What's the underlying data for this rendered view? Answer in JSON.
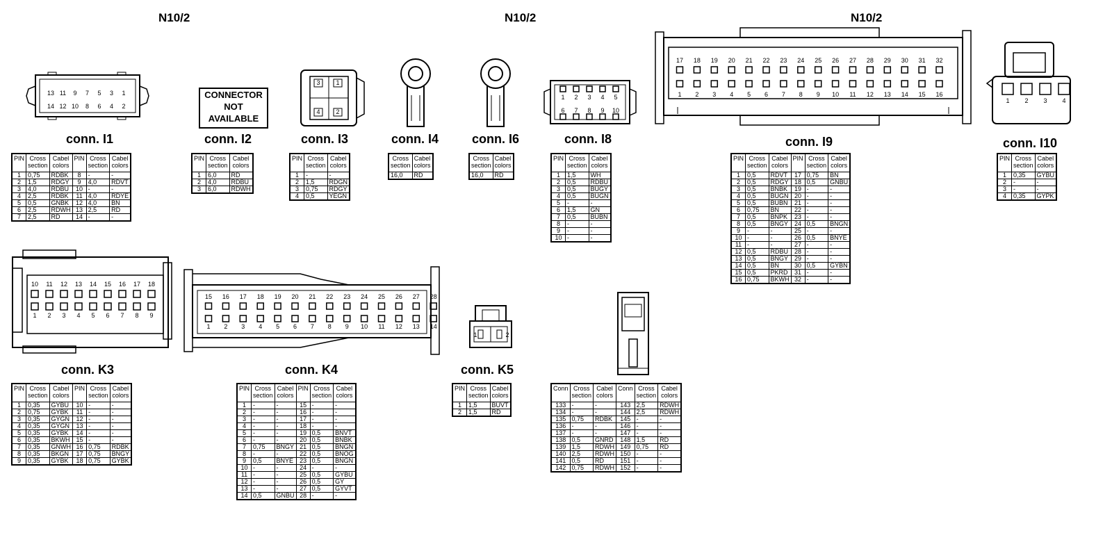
{
  "headers": [
    "N10/2",
    "N10/2",
    "N10/2"
  ],
  "i2_notice": [
    "CONNECTOR",
    "NOT",
    "AVAILABLE"
  ],
  "col_labels": {
    "pin": "PIN",
    "conn": "Conn",
    "cross": [
      "Cross",
      "section"
    ],
    "cabel": [
      "Cabel",
      "colors"
    ]
  },
  "connectors": {
    "I1": {
      "title": "conn. I1",
      "face_top": [
        "13",
        "11",
        "9",
        "7",
        "5",
        "3",
        "1"
      ],
      "face_bottom": [
        "14",
        "12",
        "10",
        "8",
        "6",
        "4",
        "2"
      ],
      "rows": [
        [
          "1",
          "0,75",
          "RDBK",
          "8",
          "-",
          "-"
        ],
        [
          "2",
          "1,5",
          "RDGY",
          "9",
          "4,0",
          "RDVT"
        ],
        [
          "3",
          "4,0",
          "RDBU",
          "10",
          "-",
          "-"
        ],
        [
          "4",
          "2,5",
          "RDBK",
          "11",
          "4,0",
          "RDYE"
        ],
        [
          "5",
          "0,5",
          "GNBK",
          "12",
          "4,0",
          "BN"
        ],
        [
          "6",
          "2,5",
          "RDWH",
          "13",
          "2,5",
          "RD"
        ],
        [
          "7",
          "2,5",
          "RD",
          "14",
          "-",
          "-"
        ]
      ]
    },
    "I2": {
      "title": "conn. I2",
      "rows": [
        [
          "1",
          "6,0",
          "RD"
        ],
        [
          "2",
          "4,0",
          "RDBU"
        ],
        [
          "3",
          "6,0",
          "RDWH"
        ]
      ]
    },
    "I3": {
      "title": "conn. I3",
      "face": [
        "3",
        "1",
        "4",
        "2"
      ],
      "rows": [
        [
          "1",
          "-",
          "-"
        ],
        [
          "2",
          "1,5",
          "RDGN"
        ],
        [
          "3",
          "0,75",
          "RDGY"
        ],
        [
          "4",
          "0,5",
          "YEGN"
        ]
      ]
    },
    "I4": {
      "title": "conn. I4",
      "rows": [
        [
          "16,0",
          "RD"
        ]
      ]
    },
    "I6": {
      "title": "conn. I6",
      "rows": [
        [
          "16,0",
          "RD"
        ]
      ]
    },
    "I8": {
      "title": "conn. I8",
      "face_top": [
        "1",
        "2",
        "3",
        "4",
        "5"
      ],
      "face_bottom": [
        "6",
        "7",
        "8",
        "9",
        "10"
      ],
      "rows": [
        [
          "1",
          "1,5",
          "WH"
        ],
        [
          "2",
          "0,5",
          "RDBU"
        ],
        [
          "3",
          "0,5",
          "BUGY"
        ],
        [
          "4",
          "0,5",
          "BUGN"
        ],
        [
          "5",
          "-",
          "-"
        ],
        [
          "6",
          "1,5",
          "GN"
        ],
        [
          "7",
          "0,5",
          "BUBN"
        ],
        [
          "8",
          "-",
          "-"
        ],
        [
          "9",
          "-",
          "-"
        ],
        [
          "10",
          "-",
          "-"
        ]
      ]
    },
    "I9": {
      "title": "conn. I9",
      "face_top": [
        "17",
        "18",
        "19",
        "20",
        "21",
        "22",
        "23",
        "24",
        "25",
        "26",
        "27",
        "28",
        "29",
        "30",
        "31",
        "32"
      ],
      "face_bottom": [
        "1",
        "2",
        "3",
        "4",
        "5",
        "6",
        "7",
        "8",
        "9",
        "10",
        "11",
        "12",
        "13",
        "14",
        "15",
        "16"
      ],
      "rows": [
        [
          "1",
          "0,5",
          "RDVT",
          "17",
          "0,75",
          "BN"
        ],
        [
          "2",
          "0,5",
          "RDGY",
          "18",
          "0,5",
          "GNBU"
        ],
        [
          "3",
          "0,5",
          "BNBK",
          "19",
          "-",
          "-"
        ],
        [
          "4",
          "0,5",
          "BUGN",
          "20",
          "-",
          "-"
        ],
        [
          "5",
          "0,5",
          "BUBN",
          "21",
          "-",
          "-"
        ],
        [
          "6",
          "0,75",
          "BN",
          "22",
          "-",
          "-"
        ],
        [
          "7",
          "0,5",
          "BNPK",
          "23",
          "-",
          "-"
        ],
        [
          "8",
          "0,5",
          "BNGY",
          "24",
          "0,5",
          "BNGN"
        ],
        [
          "9",
          "-",
          "-",
          "25",
          "-",
          "-"
        ],
        [
          "10",
          "-",
          "-",
          "26",
          "0,5",
          "BNYE"
        ],
        [
          "11",
          "-",
          "-",
          "27",
          "-",
          "-"
        ],
        [
          "12",
          "0,5",
          "RDBU",
          "28",
          "-",
          "-"
        ],
        [
          "13",
          "0,5",
          "BNGY",
          "29",
          "-",
          "-"
        ],
        [
          "14",
          "0,5",
          "BN",
          "30",
          "0,5",
          "GYBN"
        ],
        [
          "15",
          "0,5",
          "PKRD",
          "31",
          "-",
          "-"
        ],
        [
          "16",
          "0,75",
          "BKWH",
          "32",
          "-",
          "-"
        ]
      ]
    },
    "I10": {
      "title": "conn. I10",
      "face": [
        "1",
        "2",
        "3",
        "4"
      ],
      "rows": [
        [
          "1",
          "0,35",
          "GYBU"
        ],
        [
          "2",
          "-",
          "-"
        ],
        [
          "3",
          "-",
          "-"
        ],
        [
          "4",
          "0,35",
          "GYPK"
        ]
      ]
    },
    "K3": {
      "title": "conn. K3",
      "face_top": [
        "10",
        "11",
        "12",
        "13",
        "14",
        "15",
        "16",
        "17",
        "18"
      ],
      "face_bottom": [
        "1",
        "2",
        "3",
        "4",
        "5",
        "6",
        "7",
        "8",
        "9"
      ],
      "rows": [
        [
          "1",
          "0,35",
          "GYBU",
          "10",
          "-",
          "-"
        ],
        [
          "2",
          "0,75",
          "GYBK",
          "11",
          "-",
          "-"
        ],
        [
          "3",
          "0,35",
          "GYGN",
          "12",
          "-",
          "-"
        ],
        [
          "4",
          "0,35",
          "GYGN",
          "13",
          "-",
          "-"
        ],
        [
          "5",
          "0,35",
          "GYBK",
          "14",
          "-",
          "-"
        ],
        [
          "6",
          "0,35",
          "BKWH",
          "15",
          "-",
          "-"
        ],
        [
          "7",
          "0,35",
          "GNWH",
          "16",
          "0,75",
          "RDBK"
        ],
        [
          "8",
          "0,35",
          "BKGN",
          "17",
          "0,75",
          "BNGY"
        ],
        [
          "9",
          "0,35",
          "GYBK",
          "18",
          "0,75",
          "GYBK"
        ]
      ]
    },
    "K4": {
      "title": "conn. K4",
      "face_top": [
        "15",
        "16",
        "17",
        "18",
        "19",
        "20",
        "21",
        "22",
        "23",
        "24",
        "25",
        "26",
        "27",
        "28"
      ],
      "face_bottom": [
        "1",
        "2",
        "3",
        "4",
        "5",
        "6",
        "7",
        "8",
        "9",
        "10",
        "11",
        "12",
        "13",
        "14"
      ],
      "rows": [
        [
          "1",
          "-",
          "-",
          "15",
          "-",
          "-"
        ],
        [
          "2",
          "-",
          "-",
          "16",
          "-",
          "-"
        ],
        [
          "3",
          "-",
          "-",
          "17",
          "-",
          "-"
        ],
        [
          "4",
          "-",
          "-",
          "18",
          "-",
          "-"
        ],
        [
          "5",
          "-",
          "-",
          "19",
          "0,5",
          "BNVT"
        ],
        [
          "6",
          "-",
          "-",
          "20",
          "0,5",
          "BNBK"
        ],
        [
          "7",
          "0,75",
          "BNGY",
          "21",
          "0,5",
          "BNGN"
        ],
        [
          "8",
          "-",
          "-",
          "22",
          "0,5",
          "BNOG"
        ],
        [
          "9",
          "0,5",
          "BNYE",
          "23",
          "0,5",
          "BNGN"
        ],
        [
          "10",
          "-",
          "-",
          "24",
          "-",
          "-"
        ],
        [
          "11",
          "-",
          "-",
          "25",
          "0,5",
          "GYBU"
        ],
        [
          "12",
          "-",
          "-",
          "26",
          "0,5",
          "GY"
        ],
        [
          "13",
          "-",
          "-",
          "27",
          "0,5",
          "GYVT"
        ],
        [
          "14",
          "0,5",
          "GNBU",
          "28",
          "-",
          "-"
        ]
      ]
    },
    "K5": {
      "title": "conn. K5",
      "face": [
        "1",
        "2"
      ],
      "rows": [
        [
          "1",
          "1,5",
          "BUVT"
        ],
        [
          "2",
          "1,5",
          "RD"
        ]
      ]
    },
    "X": {
      "rows": [
        [
          "133",
          "-",
          "-",
          "143",
          "2,5",
          "RDWH"
        ],
        [
          "134",
          "-",
          "-",
          "144",
          "2,5",
          "RDWH"
        ],
        [
          "135",
          "0,75",
          "RDBK",
          "145",
          "-",
          "-"
        ],
        [
          "136",
          "-",
          "-",
          "146",
          "-",
          "-"
        ],
        [
          "137",
          "-",
          "-",
          "147",
          "-",
          "-"
        ],
        [
          "138",
          "0,5",
          "GNRD",
          "148",
          "1,5",
          "RD"
        ],
        [
          "139",
          "1,5",
          "RDWH",
          "149",
          "0,75",
          "RD"
        ],
        [
          "140",
          "2,5",
          "RDWH",
          "150",
          "-",
          "-"
        ],
        [
          "141",
          "0,5",
          "RD",
          "151",
          "-",
          "-"
        ],
        [
          "142",
          "0,75",
          "RDWH",
          "152",
          "-",
          "-"
        ]
      ]
    }
  }
}
